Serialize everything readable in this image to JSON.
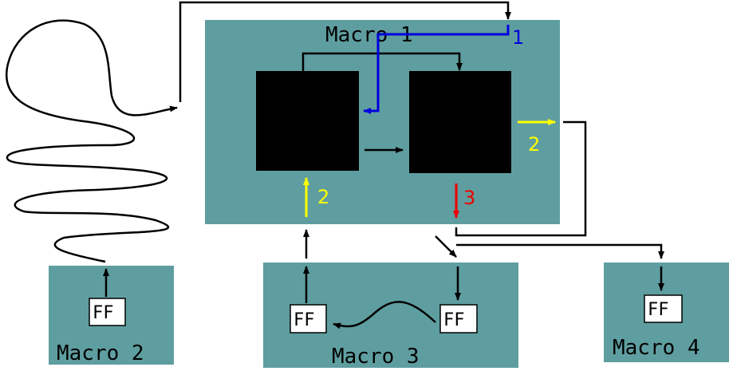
{
  "macros": {
    "m1": {
      "label": "Macro 1"
    },
    "m2": {
      "label": "Macro 2"
    },
    "m3": {
      "label": "Macro 3"
    },
    "m4": {
      "label": "Macro 4"
    }
  },
  "flipflops": {
    "ff_m2": "FF",
    "ff_m3_left": "FF",
    "ff_m3_right": "FF",
    "ff_m4": "FF"
  },
  "path_labels": {
    "blue_1": "1",
    "yellow_2_right": "2",
    "yellow_2_bottom": "2",
    "red_3": "3"
  },
  "colors": {
    "macro_fill": "#5f9ea0",
    "block_fill": "#000000",
    "blue": "#0000dd",
    "yellow": "#ffff00",
    "red": "#ee0000",
    "wire": "#000000"
  }
}
